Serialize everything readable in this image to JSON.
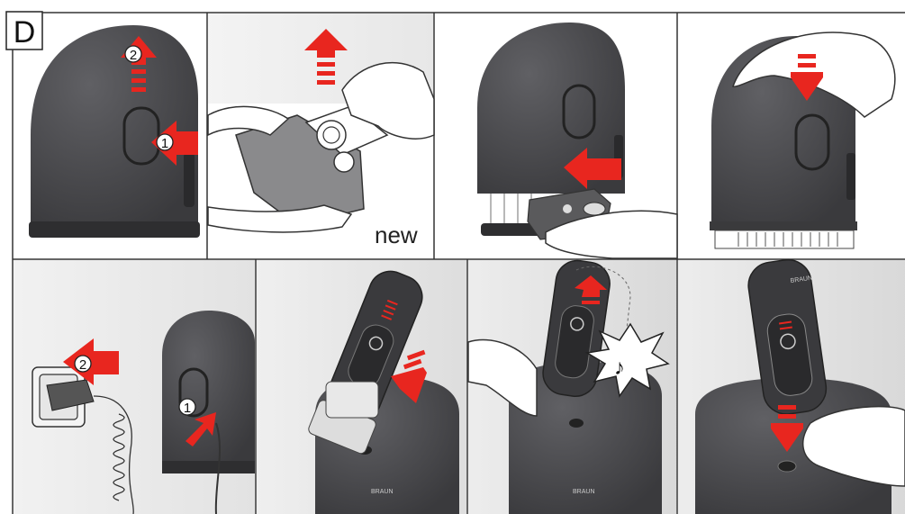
{
  "section_letter": "D",
  "panels": [
    {
      "id": "remove-cartridge",
      "step_numbers": [
        "1",
        "2"
      ]
    },
    {
      "id": "unwrap-new-cartridge",
      "caption": "new"
    },
    {
      "id": "insert-cartridge"
    },
    {
      "id": "close-station"
    },
    {
      "id": "plug-in-station",
      "step_numbers": [
        "1",
        "2"
      ]
    },
    {
      "id": "insert-shaver"
    },
    {
      "id": "shaver-locks-in"
    },
    {
      "id": "press-button"
    }
  ],
  "brand_marks": [
    "BRAUN",
    "BRAUN",
    "BRAUN"
  ],
  "colors": {
    "arrow_red": "#e8261f",
    "device_dark": "#4a4a4d",
    "device_darker": "#2e2e30",
    "panel_border": "#333333",
    "hand_fill": "#ffffff",
    "cartridge_grey": "#8a8a8c",
    "background_grey": "#d8d8d8"
  }
}
